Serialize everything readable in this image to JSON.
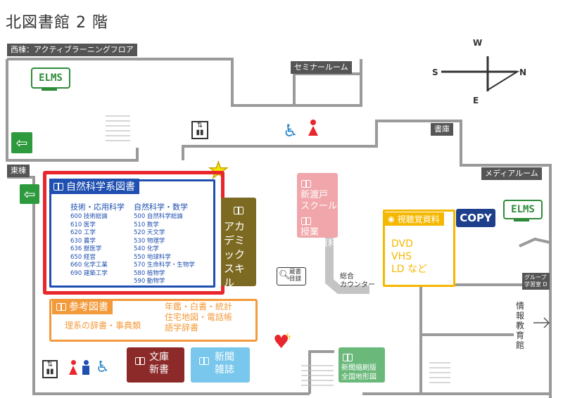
{
  "title": "北図書館 2 階",
  "zones": {
    "west": "西棟：アクティブラーニングフロア",
    "seminar": "セミナールーム",
    "stack": "書庫",
    "media": "メディアルーム",
    "east": "東棟",
    "group": "グループ\n学習室 D"
  },
  "compass": {
    "w": "W",
    "s": "S",
    "n": "N",
    "e": "E"
  },
  "natsci": {
    "label": "自然科学系図書",
    "col1_head": "技術・応用科学",
    "col1": [
      "600 技術総論",
      "610 医学",
      "620 工学",
      "630 農学",
      "636 獣医学",
      "650 経営",
      "660 化学工業",
      "690 建築工学"
    ],
    "col2_head": "自然科学・数学",
    "col2": [
      "500 自然科学総論",
      "510 数学",
      "520 天文学",
      "530 物理学",
      "540 化学",
      "550 地球科学",
      "570 生命科学・生物学",
      "580 植物学",
      "590 動物学"
    ]
  },
  "academic": "アカデミックスキル",
  "shinto": {
    "line1": "新渡戸",
    "line2": "スクール",
    "line3": "授業",
    "line4": "必読資料"
  },
  "av": {
    "label": "視聴覚資料",
    "items": [
      "DVD",
      "VHS",
      "LD など"
    ]
  },
  "copy": "COPY",
  "elms": "ELMS",
  "catalog": {
    "line1": "蔵書",
    "line2": "目録"
  },
  "counter": {
    "line1": "総合",
    "line2": "カウンター"
  },
  "ref": {
    "label": "参考図書",
    "left": "理系の辞書・事典類",
    "right": [
      "年鑑・白書・統計",
      "住宅地図・電話帳",
      "語学辞書"
    ]
  },
  "bunko": {
    "line1": "文庫",
    "line2": "新書"
  },
  "shimbun": {
    "line1": "新聞",
    "line2": "雑誌"
  },
  "reduced": {
    "line1": "新聞縮刷版",
    "line2": "全国地形図"
  },
  "joho": "情報教育館",
  "colors": {
    "highlight": "#e8262b",
    "blue": "#1f4fb0",
    "olive": "#7d6a22",
    "pink": "#f0a6aa",
    "yellow": "#f5b800",
    "navy": "#1e3f8c",
    "orange": "#f39a3b",
    "maroon": "#8c2a2a",
    "lightblue": "#79c7ec",
    "green": "#6ab97a",
    "elms_green": "#2e8b3a"
  }
}
